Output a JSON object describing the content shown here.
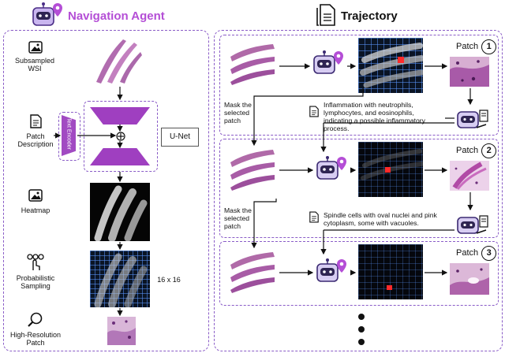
{
  "navigation_agent": {
    "title": "Navigation Agent",
    "labels": {
      "wsi": "Subsampled WSI",
      "patch_description": "Patch Description",
      "text_encoder": "Text Encoder",
      "unet": "U-Net",
      "heatmap": "Heatmap",
      "grid_size": "16 x 16",
      "sampling": "Probabilistic Sampling",
      "high_res": "High-Resolution Patch"
    },
    "icons": [
      "robot-pin-icon",
      "image-icon",
      "document-icon",
      "touch-icon",
      "magnifier-icon"
    ]
  },
  "trajectory": {
    "title": "Trajectory",
    "patch_word": "Patch",
    "mask_label": "Mask the selected patch",
    "steps": [
      {
        "number": "1",
        "description": "Inflammation with neutrophils, lymphocytes, and eosinophils, indicating a possible inflammatory process."
      },
      {
        "number": "2",
        "description": "Spindle cells with oval nuclei and pink cytoplasm, some with vacuoles."
      },
      {
        "number": "3",
        "description": ""
      }
    ],
    "continuation": "more steps"
  },
  "colors": {
    "accent_purple": "#b44ed6",
    "dashed_border": "#8a5cc7",
    "grid_line": "#5a96ff",
    "selected_patch": "#ff2a2a"
  }
}
